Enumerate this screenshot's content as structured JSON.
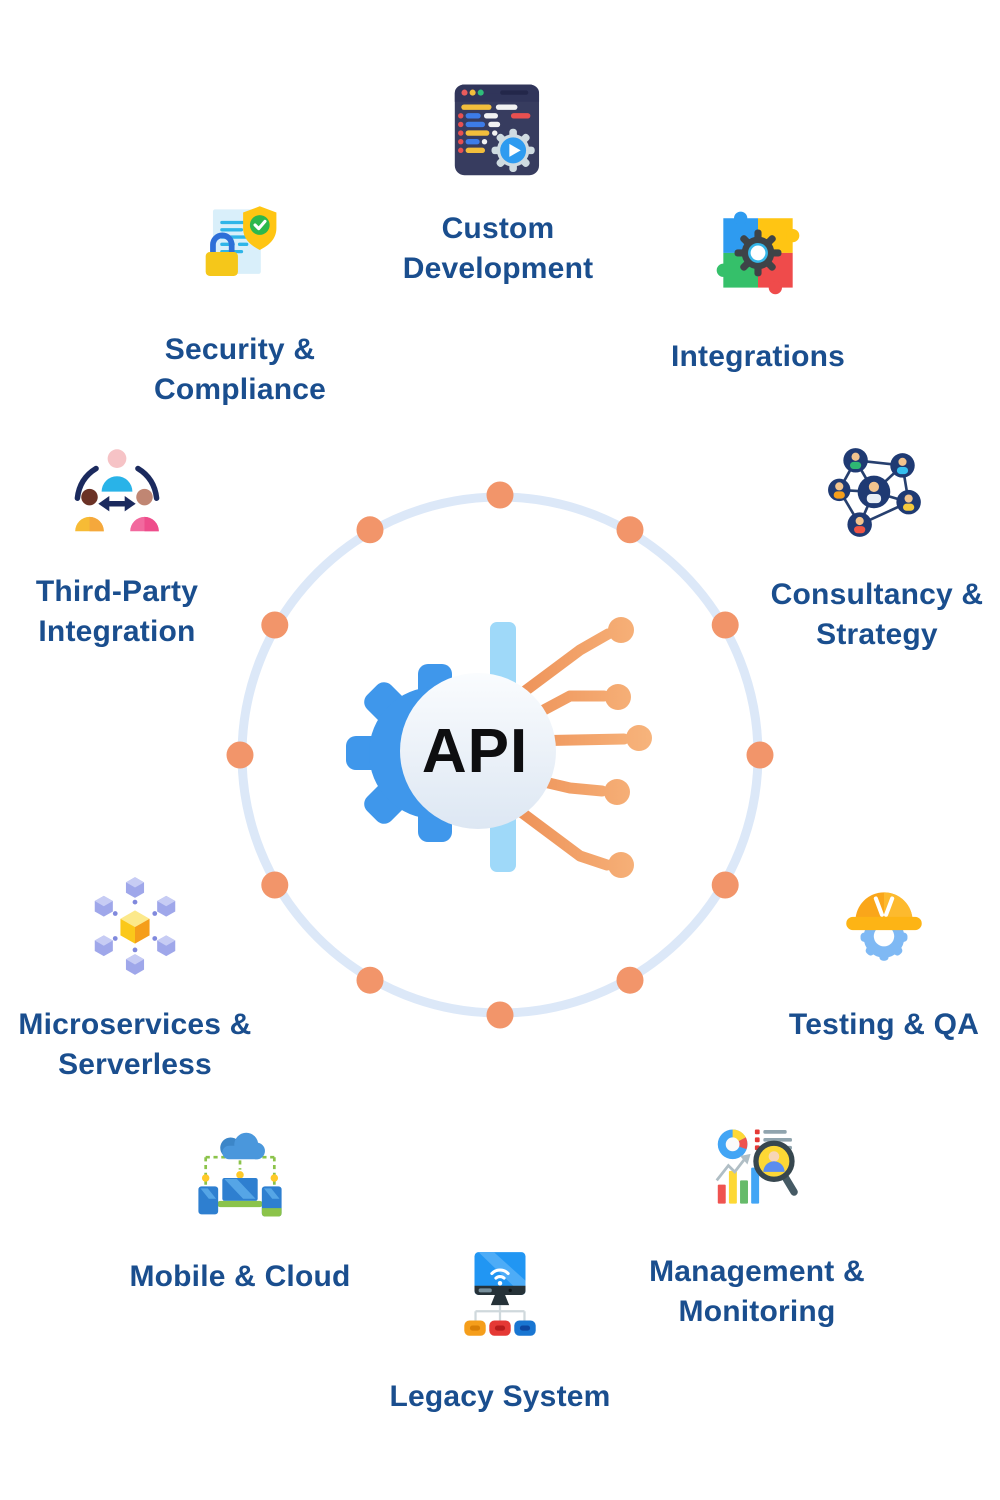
{
  "center": {
    "label": "API",
    "icon": "api-gear-circuit-icon"
  },
  "colors": {
    "label_text": "#1A4E8E",
    "ring": "#DCE8F8",
    "orbit_dot": "#F2956A",
    "circuit_orange": "#F09A62",
    "gear_blue": "#3F97EB",
    "api_text": "#0E0E10"
  },
  "services": [
    {
      "name": "custom-development",
      "icon": "code-window-gear-icon",
      "lines": [
        "Custom",
        "Development"
      ]
    },
    {
      "name": "integrations",
      "icon": "puzzle-pieces-gear-icon",
      "lines": [
        "Integrations"
      ]
    },
    {
      "name": "security-compliance",
      "icon": "document-shield-lock-icon",
      "lines": [
        "Security &",
        "Compliance"
      ]
    },
    {
      "name": "third-party-integration",
      "icon": "people-exchange-icon",
      "lines": [
        "Third-Party",
        "Integration"
      ]
    },
    {
      "name": "consultancy-strategy",
      "icon": "people-network-icon",
      "lines": [
        "Consultancy &",
        "Strategy"
      ]
    },
    {
      "name": "microservices-serverless",
      "icon": "cube-hexagon-network-icon",
      "lines": [
        "Microservices &",
        "Serverless"
      ]
    },
    {
      "name": "testing-qa",
      "icon": "hardhat-gear-icon",
      "lines": [
        "Testing & QA"
      ]
    },
    {
      "name": "mobile-cloud",
      "icon": "cloud-devices-icon",
      "lines": [
        "Mobile & Cloud"
      ]
    },
    {
      "name": "legacy-system",
      "icon": "monitor-network-icon",
      "lines": [
        "Legacy System"
      ]
    },
    {
      "name": "management-monitoring",
      "icon": "charts-magnifier-icon",
      "lines": [
        "Management &",
        "Monitoring"
      ]
    }
  ]
}
